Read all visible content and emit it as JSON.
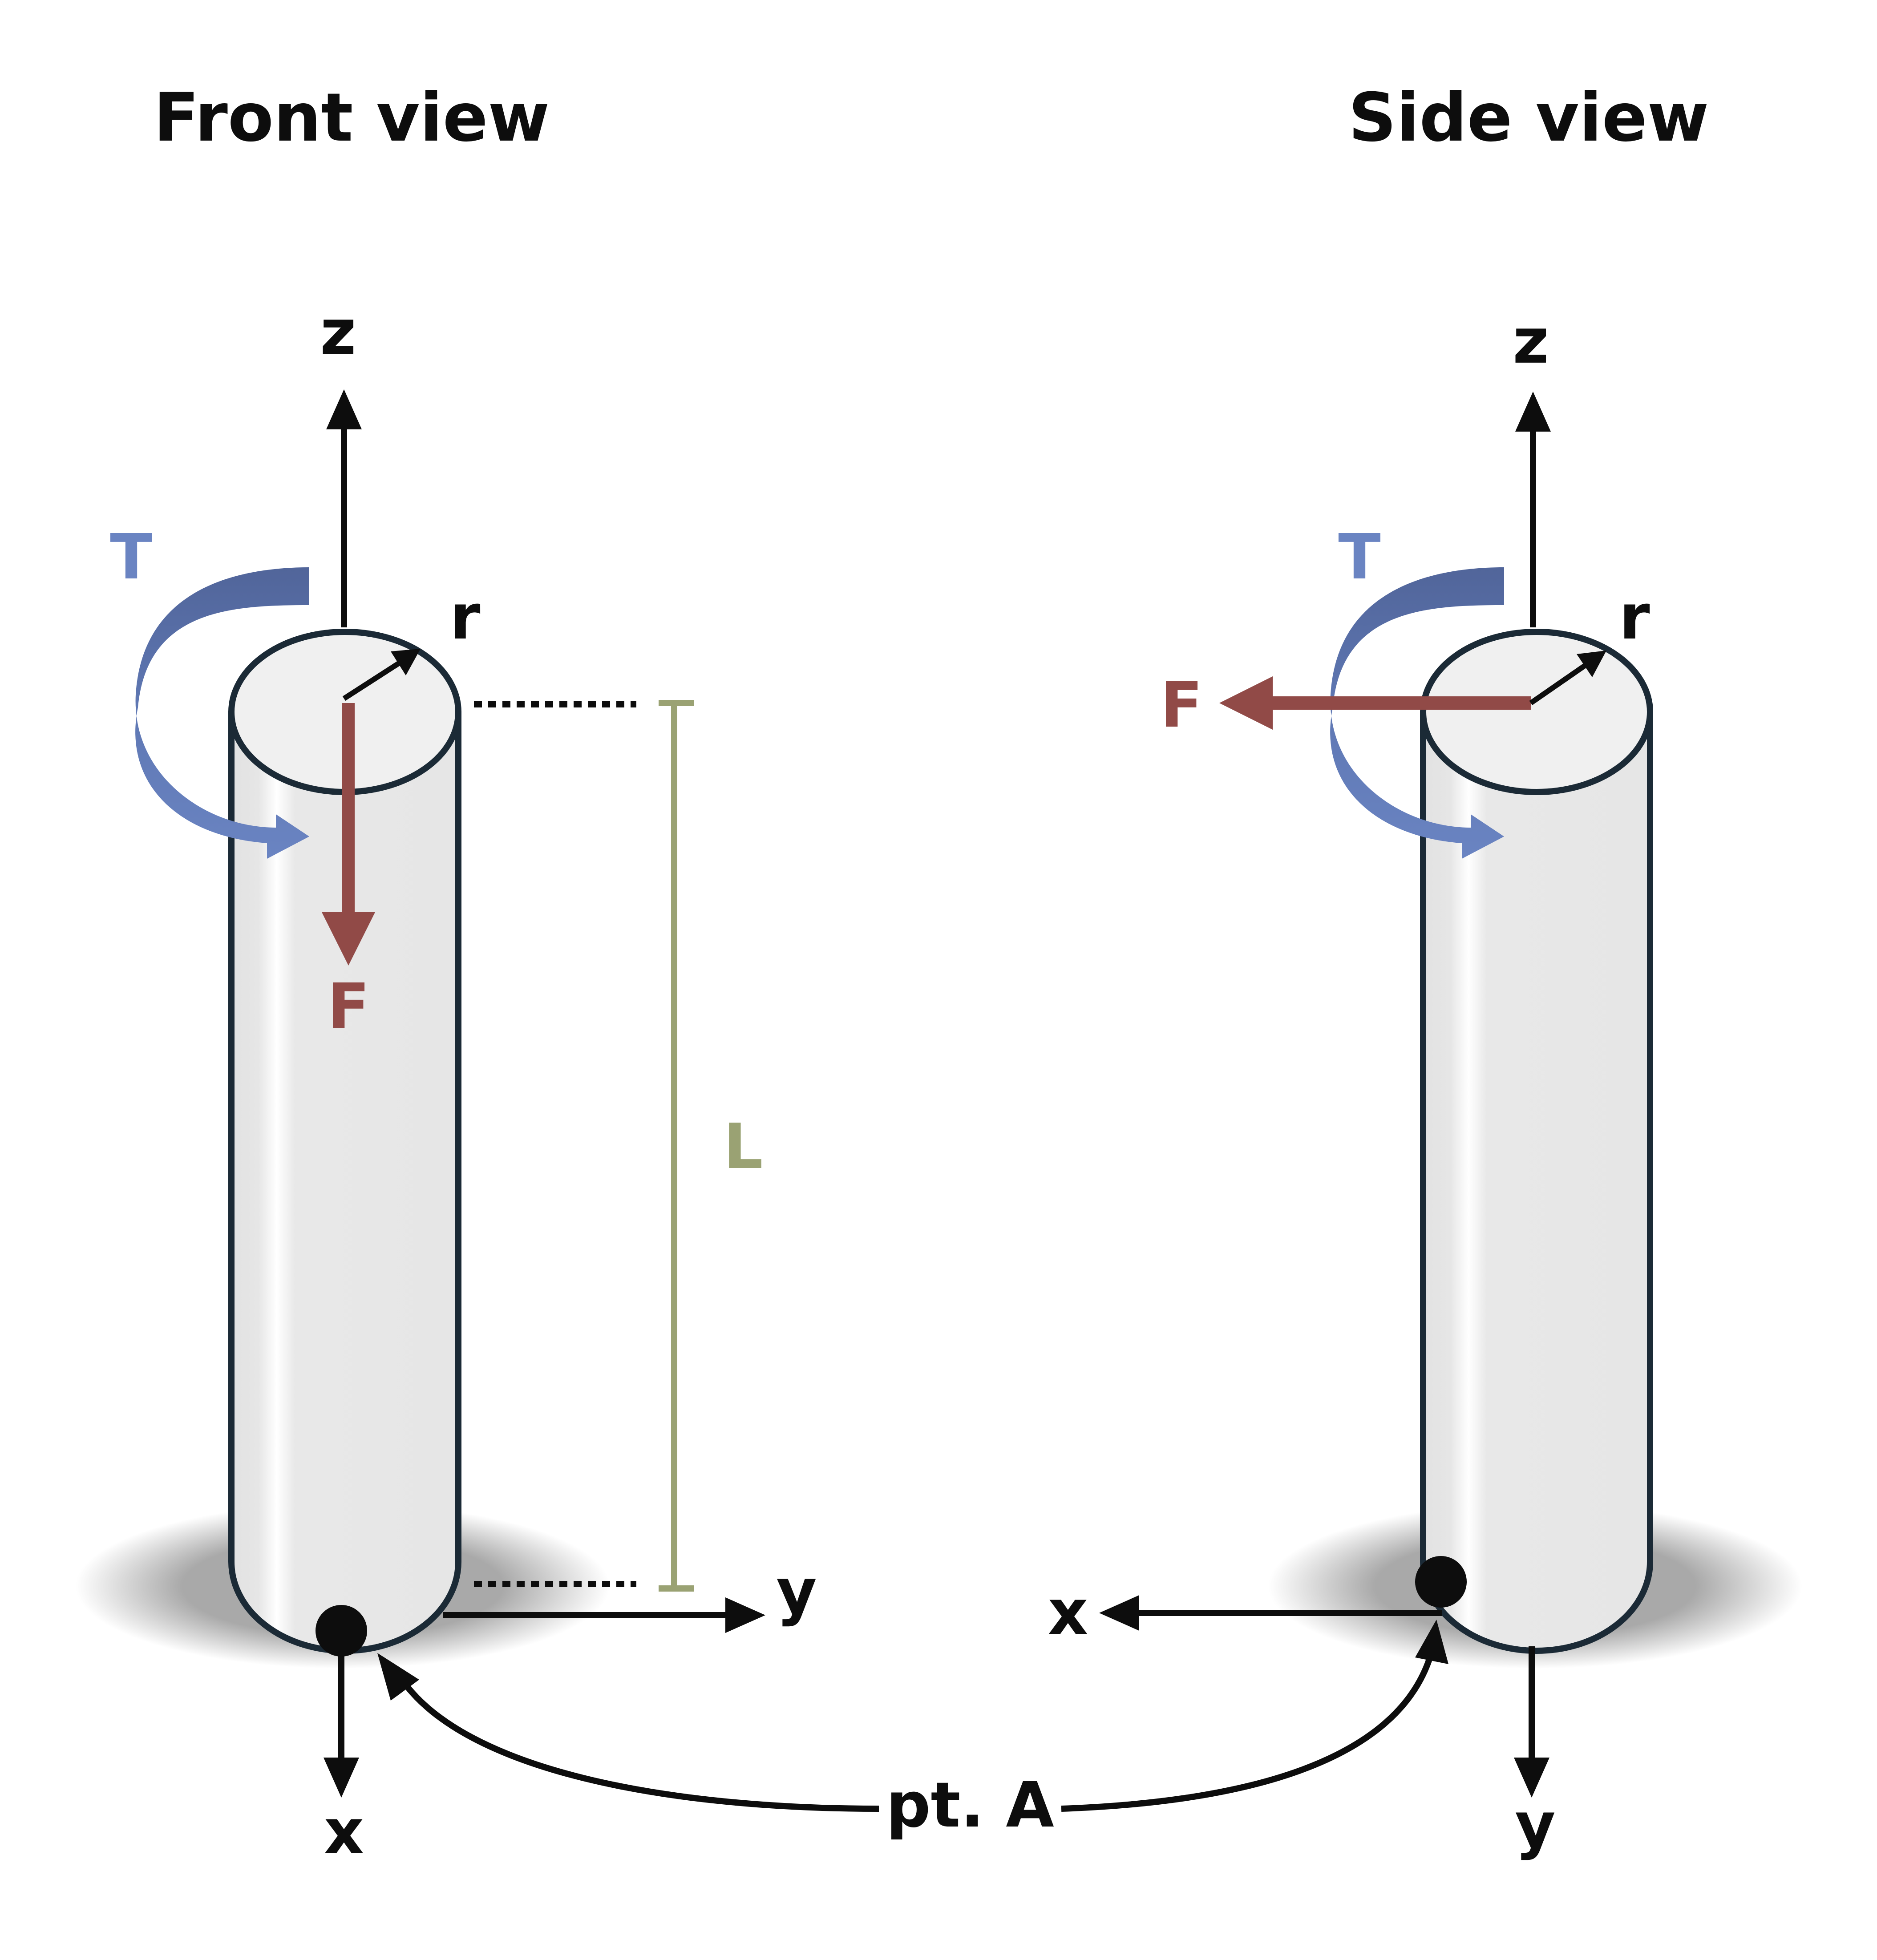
{
  "titles": {
    "front": "Front view",
    "side": "Side view"
  },
  "labels": {
    "z": "z",
    "x": "x",
    "y": "y",
    "r": "r",
    "T": "T",
    "F": "F",
    "L": "L",
    "pointA": "pt. A"
  },
  "colors": {
    "torque": "#6a84c2",
    "force": "#914a47",
    "length": "#9aa273",
    "outline": "#1b2a36",
    "cylinder": "#e6e6e6",
    "top_face": "#f0f0f0",
    "shadow": "#a9a9a9",
    "axis": "#0d0d0d"
  }
}
